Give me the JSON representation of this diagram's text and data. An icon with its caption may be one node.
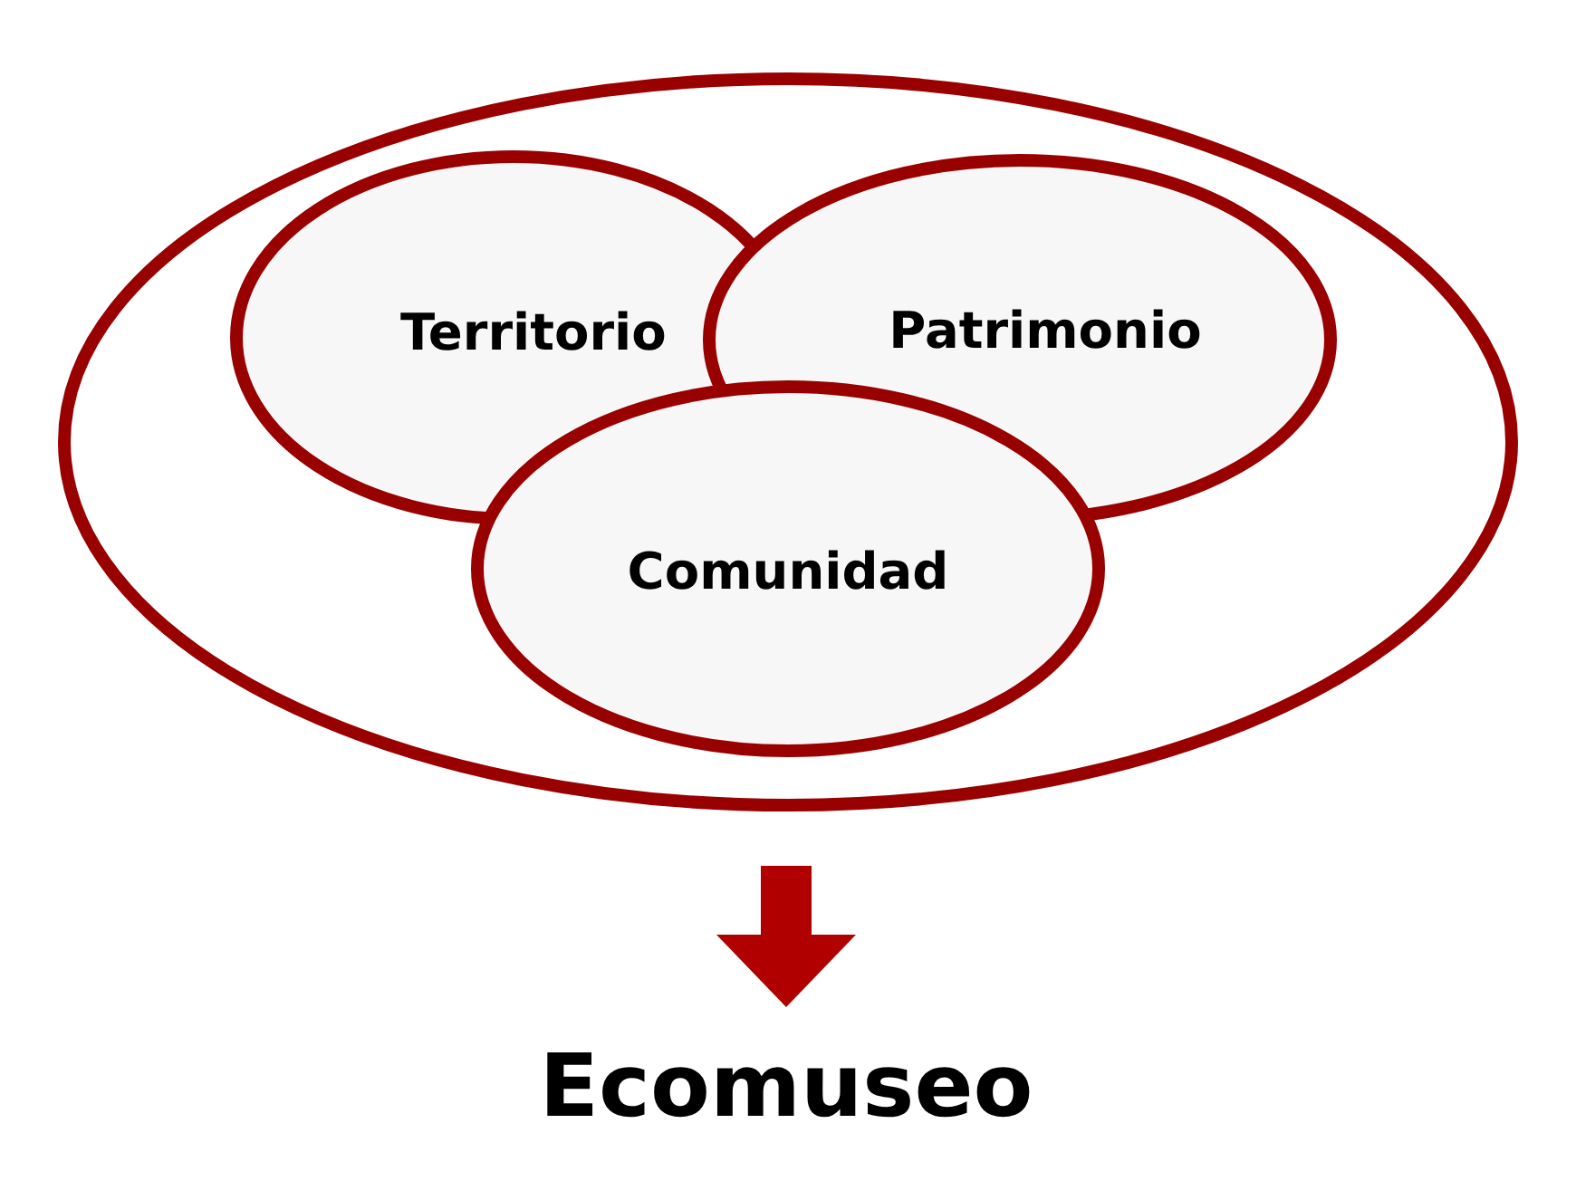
{
  "diagram": {
    "nodes": [
      {
        "text": [],
        "shape": "ellipse"
      },
      {
        "text": [
          "Territorio"
        ],
        "in": 0
      },
      {
        "text": [
          "Patrimonio"
        ],
        "in": 0
      },
      {
        "text": [
          "Comunidad"
        ],
        "in": 0
      },
      {
        "text": [
          "Ecomuseo"
        ]
      }
    ],
    "edges": [
      {
        "from": null,
        "to": 4,
        "arrow": "to"
      }
    ]
  }
}
